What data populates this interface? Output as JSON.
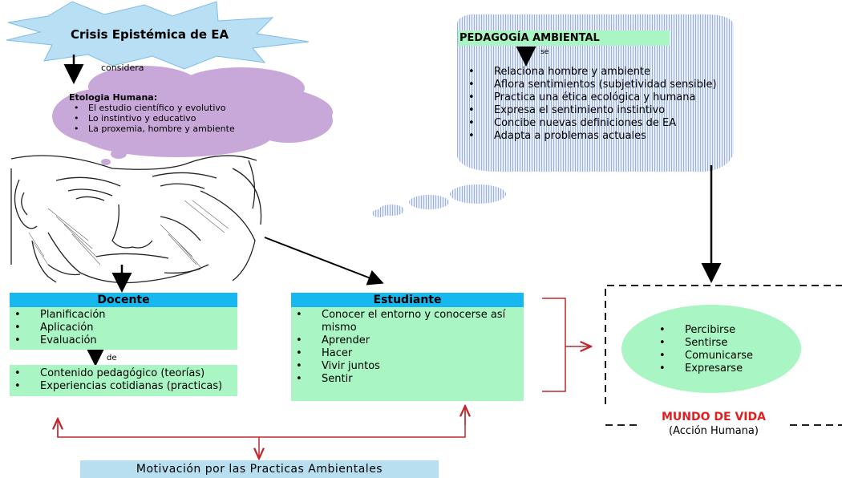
{
  "crisis": {
    "title": "Crisis Epistémica de EA",
    "connector": "considera"
  },
  "etologia": {
    "title": "Etologia Humana:",
    "items": [
      "El estudio científico y evolutivo",
      "Lo instintivo y educativo",
      "La proxemia, hombre y ambiente"
    ]
  },
  "pedagogia": {
    "title": "PEDAGOGÍA AMBIENTAL",
    "connector": "se",
    "items": [
      "Relaciona hombre y ambiente",
      "Aflora sentimientos (subjetividad sensible)",
      "Practica una ética ecológica y humana",
      "Expresa el sentimiento instintivo",
      "Concibe nuevas definiciones de EA",
      "Adapta a problemas actuales"
    ]
  },
  "docente": {
    "title": "Docente",
    "items": [
      "Planificación",
      "Aplicación",
      "Evaluación"
    ],
    "connector": "de",
    "contenido_items": [
      "Contenido pedagógico (teorías)",
      "Experiencias cotidianas (practicas)"
    ]
  },
  "estudiante": {
    "title": "Estudiante",
    "items": [
      "Conocer el entorno y conocerse así mismo",
      "Aprender",
      "Hacer",
      "Vivir juntos",
      "Sentir"
    ]
  },
  "mundo": {
    "items": [
      "Percibirse",
      "Sentirse",
      "Comunicarse",
      "Expresarse"
    ],
    "title": "MUNDO DE VIDA",
    "subtitle": "(Acción Humana)"
  },
  "motivacion": {
    "label": "Motivación por las Practicas Ambientales"
  },
  "colors": {
    "header_blue": "#17b8f0",
    "box_green": "#a9f5c4",
    "cloud_purple": "#c8a8d8",
    "burst_blue": "#b8dff4",
    "arrow_red": "#c0282d",
    "title_red": "#e02020"
  }
}
